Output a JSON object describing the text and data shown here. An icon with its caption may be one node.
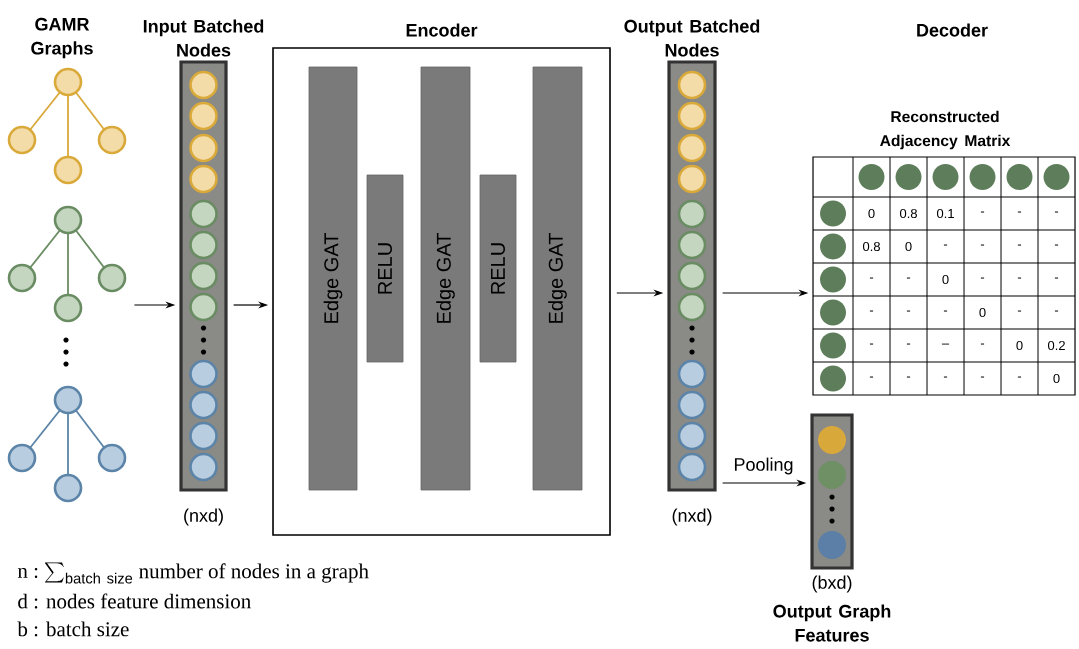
{
  "diagram": {
    "nodes": [
      {
        "text": [
          "GAMR Graphs"
        ]
      },
      {
        "text": [
          "Input Batched Nodes"
        ],
        "beside": [
          "(nxd)"
        ]
      },
      {
        "text": [
          "Encoder"
        ]
      },
      {
        "text": [
          "Edge GAT"
        ],
        "in": 2
      },
      {
        "text": [
          "RELU"
        ],
        "in": 2
      },
      {
        "text": [
          "Edge GAT"
        ],
        "in": 2
      },
      {
        "text": [
          "RELU"
        ],
        "in": 2
      },
      {
        "text": [
          "Edge GAT"
        ],
        "in": 2
      },
      {
        "text": [
          "Output Batched Nodes"
        ],
        "beside": [
          "(nxd)"
        ]
      },
      {
        "text": [
          "Reconstructed Adjacency Matrix",
          "0",
          "0.8",
          "0.1",
          "-",
          "-",
          "-",
          "0.8",
          "0",
          "-",
          "-",
          "-",
          "-",
          "-",
          "-",
          "0",
          "-",
          "-",
          "-",
          "-",
          "-",
          "-",
          "0",
          "-",
          "-",
          "-",
          "-",
          "–",
          "-",
          "0",
          "0.2",
          "-",
          "-",
          "-",
          "-",
          "-",
          "0"
        ]
      },
      {
        "text": [
          "Output Graph Features"
        ],
        "beside": [
          "(bxd)"
        ]
      }
    ],
    "edges": [
      {
        "from": 0,
        "to": 1,
        "arrow": "to"
      },
      {
        "from": 1,
        "to": 2,
        "arrow": "to"
      },
      {
        "from": 2,
        "to": 8,
        "arrow": "to"
      },
      {
        "from": 8,
        "to": 9,
        "arrow": "to"
      },
      {
        "from": 8,
        "to": 10,
        "arrow": "to",
        "label": "Pooling"
      }
    ],
    "labels": [
      "Decoder",
      "n :",
      "\\sum_{\\mathrm{batch\\ size}}",
      "number of nodes in a graph",
      "d : nodes feature dimension",
      "b : batch size"
    ]
  }
}
